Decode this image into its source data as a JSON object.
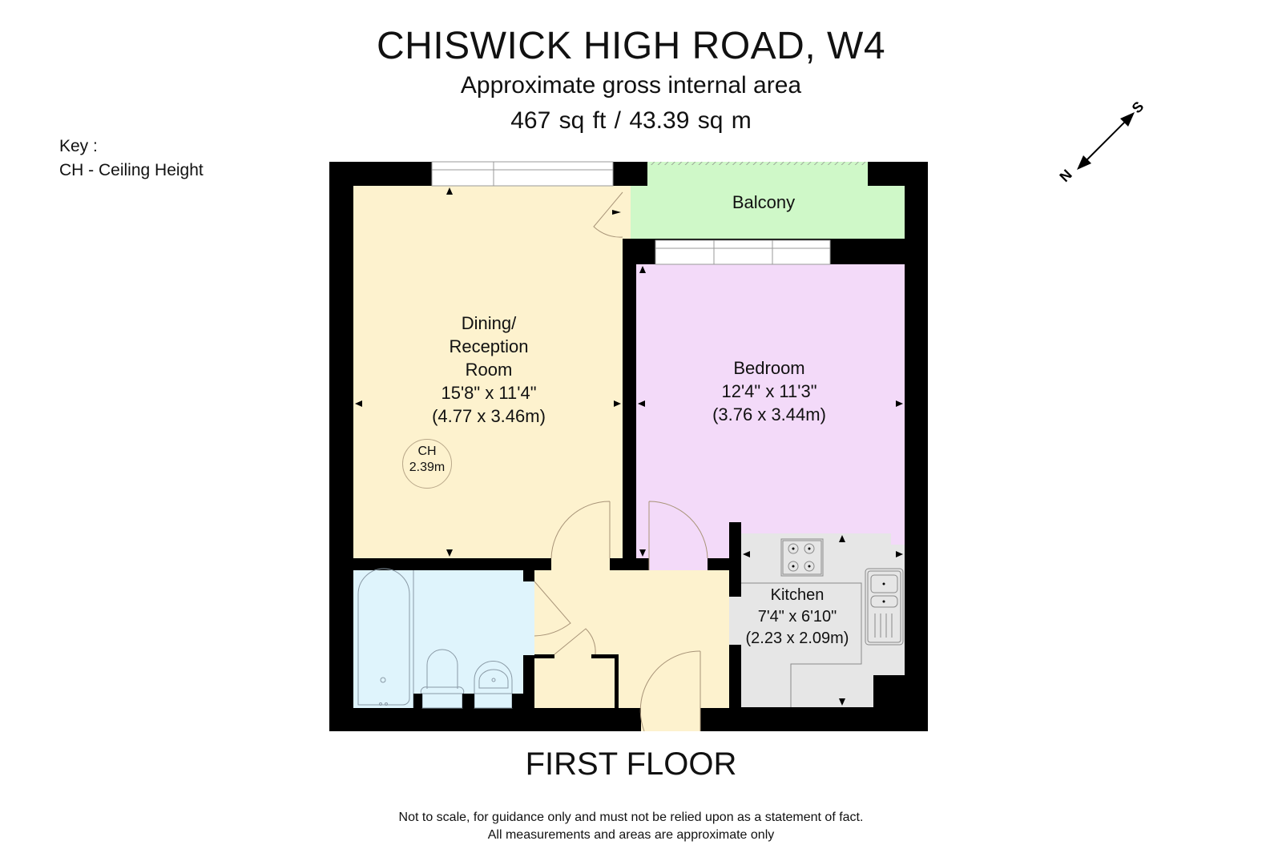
{
  "header": {
    "title": "CHISWICK HIGH ROAD, W4",
    "subtitle": "Approximate gross internal area",
    "area": "467 sq ft  / 43.39 sq m"
  },
  "key": {
    "heading": "Key :",
    "entries": [
      "CH - Ceiling Height"
    ]
  },
  "compass": {
    "north_label": "N",
    "south_label": "S",
    "icon": "north-south-arrow-icon"
  },
  "rooms": [
    {
      "id": "dining-reception",
      "name_lines": [
        "Dining/",
        "Reception",
        "Room"
      ],
      "imperial": "15'8\" x 11'4\"",
      "metric": "(4.77 x 3.46m)",
      "color": "#FDF2CE"
    },
    {
      "id": "bedroom",
      "name_lines": [
        "Bedroom"
      ],
      "imperial": "12'4\" x 11'3\"",
      "metric": "(3.76 x 3.44m)",
      "color": "#F3DAF9"
    },
    {
      "id": "kitchen",
      "name_lines": [
        "Kitchen"
      ],
      "imperial": "7'4\" x 6'10\"",
      "metric": "(2.23 x 2.09m)",
      "color": "#E6E6E6"
    },
    {
      "id": "balcony",
      "name_lines": [
        "Balcony"
      ],
      "color": "#CFF8C8"
    },
    {
      "id": "bathroom",
      "name_lines": [],
      "color": "#DFF4FC"
    },
    {
      "id": "hallway",
      "name_lines": [],
      "color": "#FDF2CE"
    }
  ],
  "ceiling_height": {
    "label": "CH",
    "value": "2.39m"
  },
  "colors": {
    "wall": "#000000",
    "reception": "#FDF2CE",
    "bedroom": "#F3DAF9",
    "kitchen": "#E6E6E6",
    "balcony": "#CFF8C8",
    "bathroom": "#DFF4FC",
    "fixture_line": "#8a9aa6",
    "door_line": "#a89478"
  },
  "footer": {
    "floor_label": "FIRST FLOOR",
    "disclaimer_line1": "Not to scale, for guidance only and must not be relied upon as a statement of fact.",
    "disclaimer_line2": "All measurements and areas are approximate only"
  }
}
